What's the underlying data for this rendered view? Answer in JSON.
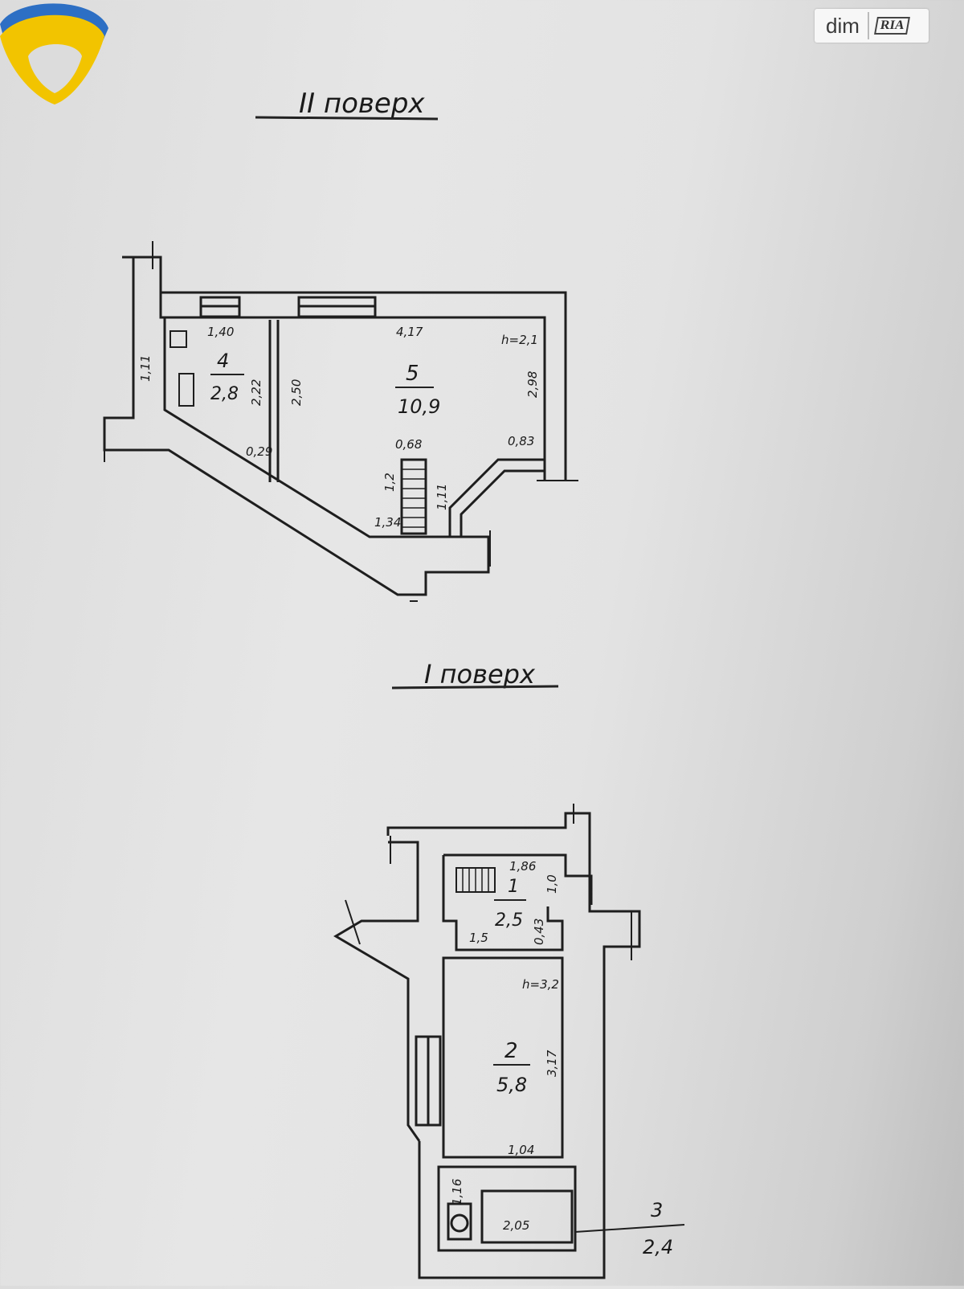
{
  "brand": {
    "name": "dim",
    "sub": "RIA"
  },
  "floors": [
    {
      "title": "II поверх",
      "rooms": [
        {
          "number": "4",
          "area": "2,8"
        },
        {
          "number": "5",
          "area": "10,9"
        }
      ],
      "dimensions": [
        "1,40",
        "4,17",
        "h=2,1",
        "1,11",
        "2,22",
        "2,50",
        "2,98",
        "0,29",
        "0,68",
        "0,83",
        "1,2",
        "1,34",
        "1,11"
      ]
    },
    {
      "title": "I поверх",
      "rooms": [
        {
          "number": "1",
          "area": "2,5"
        },
        {
          "number": "2",
          "area": "5,8"
        },
        {
          "number": "3",
          "area": "2,4"
        }
      ],
      "dimensions": [
        "1,86",
        "1,0",
        "1,5",
        "0,43",
        "h=3,2",
        "3,17",
        "1,04",
        "1,16",
        "2,05"
      ]
    }
  ]
}
